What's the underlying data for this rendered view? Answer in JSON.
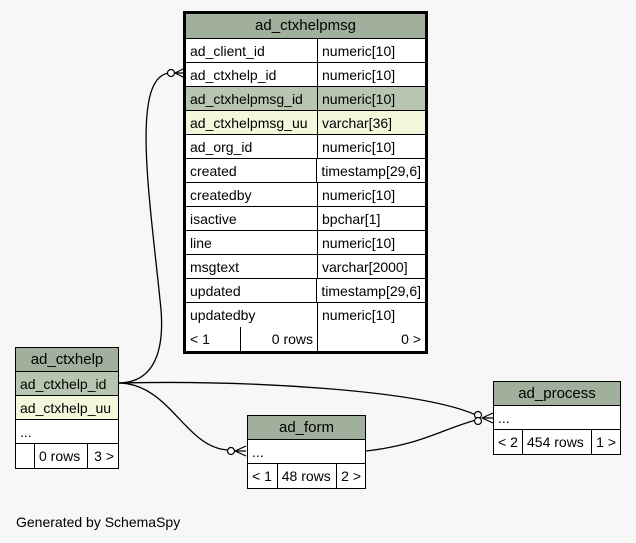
{
  "tables": {
    "ad_ctxhelpmsg": {
      "name": "ad_ctxhelpmsg",
      "columns": [
        {
          "name": "ad_client_id",
          "type": "numeric[10]"
        },
        {
          "name": "ad_ctxhelp_id",
          "type": "numeric[10]"
        },
        {
          "name": "ad_ctxhelpmsg_id",
          "type": "numeric[10]"
        },
        {
          "name": "ad_ctxhelpmsg_uu",
          "type": "varchar[36]"
        },
        {
          "name": "ad_org_id",
          "type": "numeric[10]"
        },
        {
          "name": "created",
          "type": "timestamp[29,6]"
        },
        {
          "name": "createdby",
          "type": "numeric[10]"
        },
        {
          "name": "isactive",
          "type": "bpchar[1]"
        },
        {
          "name": "line",
          "type": "numeric[10]"
        },
        {
          "name": "msgtext",
          "type": "varchar[2000]"
        },
        {
          "name": "updated",
          "type": "timestamp[29,6]"
        },
        {
          "name": "updatedby",
          "type": "numeric[10]"
        }
      ],
      "footer": {
        "parents": "< 1",
        "rows": "0 rows",
        "children": "0 >"
      }
    },
    "ad_ctxhelp": {
      "name": "ad_ctxhelp",
      "columns": [
        "ad_ctxhelp_id",
        "ad_ctxhelp_uu",
        "..."
      ],
      "footer": {
        "parents": "",
        "rows": "0 rows",
        "children": "3 >"
      }
    },
    "ad_form": {
      "name": "ad_form",
      "columns": [
        "..."
      ],
      "footer": {
        "parents": "< 1",
        "rows": "48 rows",
        "children": "2 >"
      }
    },
    "ad_process": {
      "name": "ad_process",
      "columns": [
        "..."
      ],
      "footer": {
        "parents": "< 2",
        "rows": "454 rows",
        "children": "1 >"
      }
    }
  },
  "generated_by": "Generated by SchemaSpy",
  "colors": {
    "header": "#a1b09c",
    "primary_key": "#b8c6b1",
    "unique": "#f4f7dc",
    "background": "#f7f7f7"
  }
}
